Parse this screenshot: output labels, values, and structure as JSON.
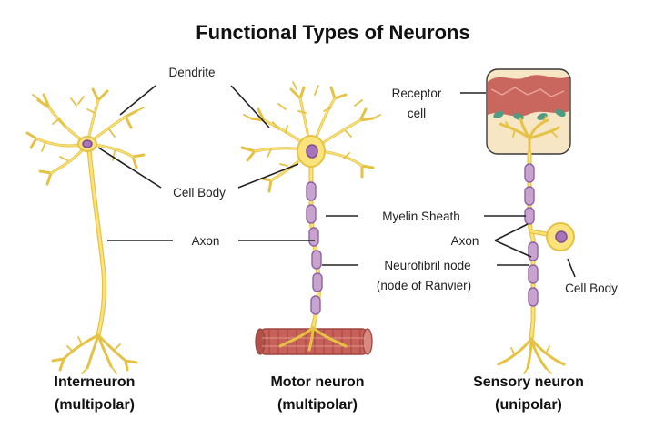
{
  "title": "Functional Types of Neurons",
  "labels": {
    "dendrite": "Dendrite",
    "cell_body_left": "Cell Body",
    "axon_left": "Axon",
    "receptor_line1": "Receptor",
    "receptor_line2": "cell",
    "myelin_sheath": "Myelin Sheath",
    "axon_right": "Axon",
    "node_line1": "Neurofibril node",
    "node_line2": "(node of Ranvier)",
    "cell_body_right": "Cell Body"
  },
  "neurons": [
    {
      "name": "Interneuron",
      "type": "(multipolar)"
    },
    {
      "name": "Motor neuron",
      "type": "(multipolar)"
    },
    {
      "name": "Sensory neuron",
      "type": "(unipolar)"
    }
  ],
  "colors": {
    "neuron_fill": "#fbe37c",
    "neuron_outline": "#e6c244",
    "nucleus": "#a873b8",
    "myelin": "#c9a3d0",
    "muscle": "#c8615a",
    "skin_top": "#c9675e",
    "skin_base": "#f7e6c4",
    "receptor_leaf": "#4e9a82"
  }
}
